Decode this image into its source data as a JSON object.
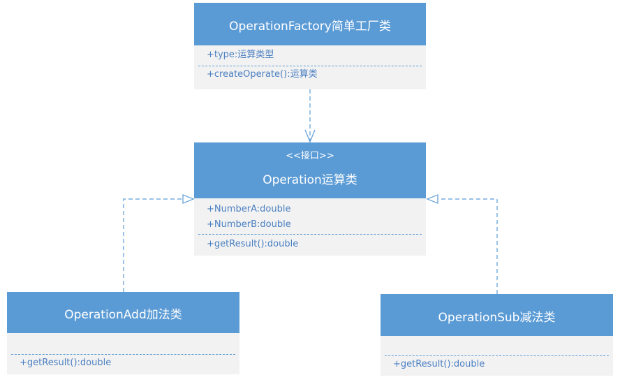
{
  "factory": {
    "title": "OperationFactory简单工厂类",
    "attributes": [
      "+type:运算类型"
    ],
    "methods": [
      "+createOperate():运算类"
    ]
  },
  "operation": {
    "stereotype": "<<接口>>",
    "title": "Operation运算类",
    "attributes": [
      "+NumberA:double",
      "+NumberB:double"
    ],
    "methods": [
      "+getResult():double"
    ]
  },
  "add": {
    "title": "OperationAdd加法类",
    "methods": [
      "+getResult():double"
    ]
  },
  "sub": {
    "title": "OperationSub减法类",
    "methods": [
      "+getResult():double"
    ]
  },
  "colors": {
    "header": "#5b9bd5",
    "body": "#f2f2f2",
    "member_text": "#4a7fc1",
    "connector": "#5b9bd5"
  }
}
